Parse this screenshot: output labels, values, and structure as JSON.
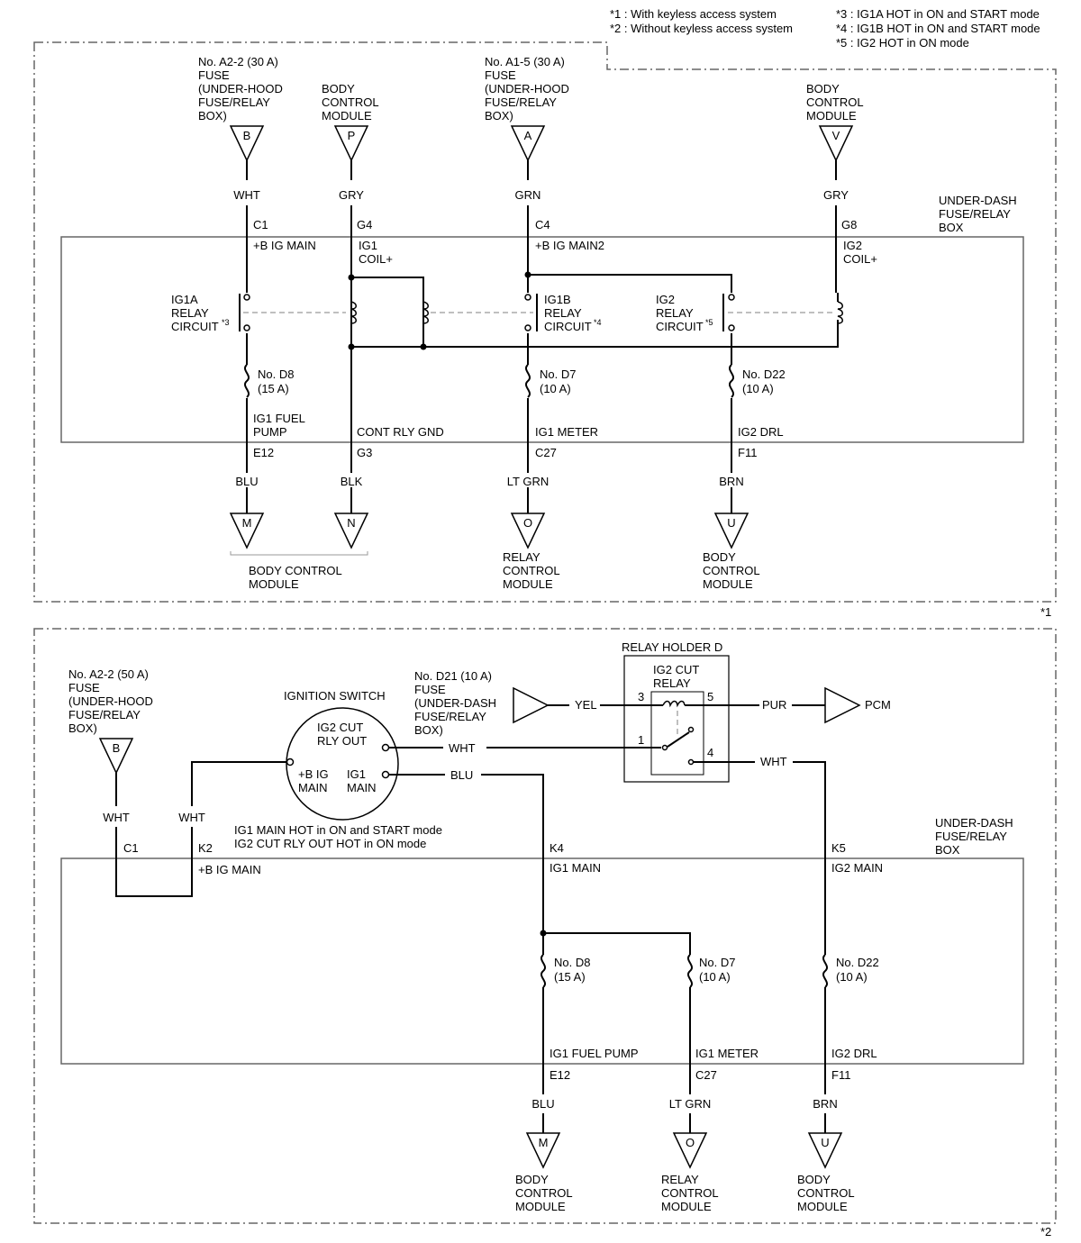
{
  "notes": {
    "n1": "*1 : With keyless access system",
    "n2": "*2 : Without keyless access system",
    "n3": "*3 : IG1A HOT in ON and START mode",
    "n4": "*4 : IG1B HOT in ON and START mode",
    "n5": "*5 : IG2 HOT in ON mode"
  },
  "top": {
    "marker": "*1",
    "fuse_b": [
      "No. A2-2 (30 A)",
      "FUSE",
      "(UNDER-HOOD",
      "FUSE/RELAY",
      "BOX)"
    ],
    "bcm_p": [
      "BODY",
      "CONTROL",
      "MODULE"
    ],
    "fuse_a": [
      "No. A1-5 (30 A)",
      "FUSE",
      "(UNDER-HOOD",
      "FUSE/RELAY",
      "BOX)"
    ],
    "bcm_v": [
      "BODY",
      "CONTROL",
      "MODULE"
    ],
    "conn": {
      "b": "B",
      "p": "P",
      "a": "A",
      "v": "V",
      "m": "M",
      "n": "N",
      "o": "O",
      "u": "U"
    },
    "wire": {
      "wht": "WHT",
      "gry1": "GRY",
      "grn": "GRN",
      "gry2": "GRY",
      "blu": "BLU",
      "blk": "BLK",
      "ltgrn": "LT GRN",
      "brn": "BRN"
    },
    "box": [
      "UNDER-DASH",
      "FUSE/RELAY",
      "BOX"
    ],
    "pin": {
      "c1": "C1",
      "g4": "G4",
      "c4": "C4",
      "g8": "G8",
      "e12": "E12",
      "g3": "G3",
      "c27": "C27",
      "f11": "F11"
    },
    "term": {
      "bigmain": "+B IG MAIN",
      "ig1coil": [
        "IG1",
        "COIL+"
      ],
      "bigmain2": "+B IG MAIN2",
      "ig2coil": [
        "IG2",
        "COIL+"
      ],
      "fuelpump": [
        "IG1 FUEL",
        "PUMP"
      ],
      "contgnd": "CONT RLY GND",
      "ig1meter": "IG1 METER",
      "ig2drl": "IG2 DRL"
    },
    "relay": {
      "ig1a": [
        "IG1A",
        "RELAY",
        "CIRCUIT"
      ],
      "ig1a_note": "*3",
      "ig1b": [
        "IG1B",
        "RELAY",
        "CIRCUIT"
      ],
      "ig1b_note": "*4",
      "ig2": [
        "IG2",
        "RELAY",
        "CIRCUIT"
      ],
      "ig2_note": "*5"
    },
    "fuses": {
      "d8": [
        "No. D8",
        "(15 A)"
      ],
      "d7": [
        "No. D7",
        "(10 A)"
      ],
      "d22": [
        "No. D22",
        "(10 A)"
      ]
    },
    "dest": {
      "bcm_mn": [
        "BODY CONTROL",
        "MODULE"
      ],
      "rcm": [
        "RELAY",
        "CONTROL",
        "MODULE"
      ],
      "bcm_u": [
        "BODY",
        "CONTROL",
        "MODULE"
      ]
    }
  },
  "bottom": {
    "marker": "*2",
    "fuse_b": [
      "No. A2-2 (50 A)",
      "FUSE",
      "(UNDER-HOOD",
      "FUSE/RELAY",
      "BOX)"
    ],
    "conn": {
      "b": "B",
      "m": "M",
      "o": "O",
      "u": "U"
    },
    "wire": {
      "wht_b": "WHT",
      "wht_k2": "WHT",
      "wht_out": "WHT",
      "blu_ig1": "BLU",
      "yel": "YEL",
      "pur": "PUR",
      "wht_r4": "WHT",
      "blu": "BLU",
      "ltgrn": "LT GRN",
      "brn": "BRN"
    },
    "ignition": {
      "title": "IGNITION SWITCH",
      "out": [
        "IG2 CUT",
        "RLY OUT"
      ],
      "bmain": [
        "+B IG",
        "MAIN"
      ],
      "ig1main": [
        "IG1",
        "MAIN"
      ]
    },
    "fuse_d21": [
      "No. D21 (10 A)",
      "FUSE",
      "(UNDER-DASH",
      "FUSE/RELAY",
      "BOX)"
    ],
    "relay_holder": "RELAY HOLDER D",
    "relay": [
      "IG2 CUT",
      "RELAY"
    ],
    "relay_pins": {
      "p1": "1",
      "p3": "3",
      "p4": "4",
      "p5": "5"
    },
    "pcm": "PCM",
    "hot_notes": [
      "IG1 MAIN HOT in ON and START mode",
      "IG2 CUT RLY OUT HOT in ON mode"
    ],
    "box": [
      "UNDER-DASH",
      "FUSE/RELAY",
      "BOX"
    ],
    "pin": {
      "c1": "C1",
      "k2": "K2",
      "k4": "K4",
      "k5": "K5",
      "e12": "E12",
      "c27": "C27",
      "f11": "F11"
    },
    "term": {
      "bigmain": "+B IG MAIN",
      "ig1main": "IG1 MAIN",
      "ig2main": "IG2 MAIN",
      "fuelpump": "IG1 FUEL PUMP",
      "ig1meter": "IG1 METER",
      "ig2drl": "IG2 DRL"
    },
    "fuses": {
      "d8": [
        "No. D8",
        "(15 A)"
      ],
      "d7": [
        "No. D7",
        "(10 A)"
      ],
      "d22": [
        "No. D22",
        "(10 A)"
      ]
    },
    "dest": {
      "bcm_m": [
        "BODY",
        "CONTROL",
        "MODULE"
      ],
      "rcm": [
        "RELAY",
        "CONTROL",
        "MODULE"
      ],
      "bcm_u": [
        "BODY",
        "CONTROL",
        "MODULE"
      ]
    }
  }
}
